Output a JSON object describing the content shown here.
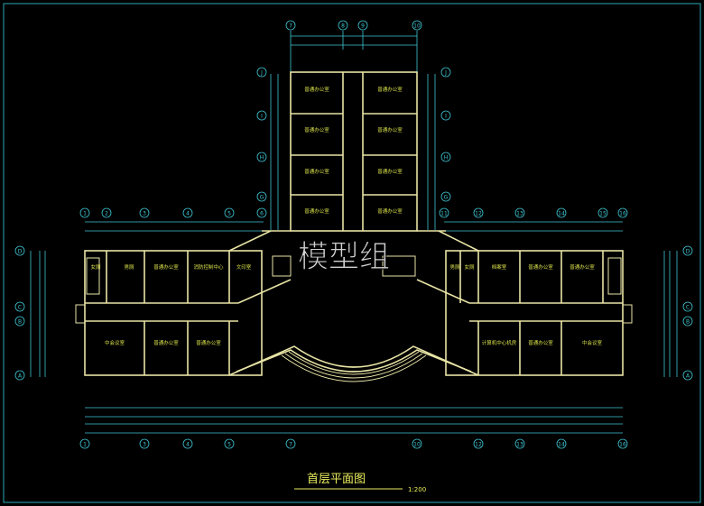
{
  "drawing": {
    "title": "首层平面图",
    "scale": "1:200",
    "watermark": "模型组"
  },
  "axes": {
    "top_north": [
      "7",
      "8",
      "9",
      "10"
    ],
    "right_wing_rows": [
      "J",
      "I",
      "H",
      "G"
    ],
    "top_left": [
      "1",
      "2",
      "3",
      "4",
      "5",
      "6"
    ],
    "top_right": [
      "11",
      "12",
      "13",
      "14",
      "15",
      "16"
    ],
    "left_rows": [
      "D",
      "C",
      "B",
      "A"
    ],
    "right_rows": [
      "D",
      "C",
      "B",
      "A"
    ],
    "bottom": [
      "1",
      "3",
      "4",
      "5",
      "7",
      "10",
      "12",
      "13",
      "14",
      "16"
    ]
  },
  "rooms": {
    "north_left": [
      "普通办公室",
      "普通办公室",
      "普通办公室",
      "普通办公室"
    ],
    "north_right": [
      "普通办公室",
      "普通办公室",
      "普通办公室",
      "普通办公室"
    ],
    "west_top": [
      "女厕",
      "男厕",
      "普通办公室",
      "消防控制中心",
      "文印室"
    ],
    "west_bottom": [
      "中会议室",
      "普通办公室",
      "普通办公室"
    ],
    "east_top": [
      "男厕",
      "女厕",
      "档案室",
      "普通办公室",
      "普通办公室"
    ],
    "east_bottom": [
      "计算机中心机房",
      "普通办公室",
      "中会议室"
    ]
  },
  "colors": {
    "background": "#000000",
    "frame": "#2aa9b8",
    "wall": "#e8e4a6",
    "dimension": "#3fc6d4",
    "room_text": "#d9e04a",
    "title": "#e9ed5c",
    "watermark": "#ffffff"
  }
}
